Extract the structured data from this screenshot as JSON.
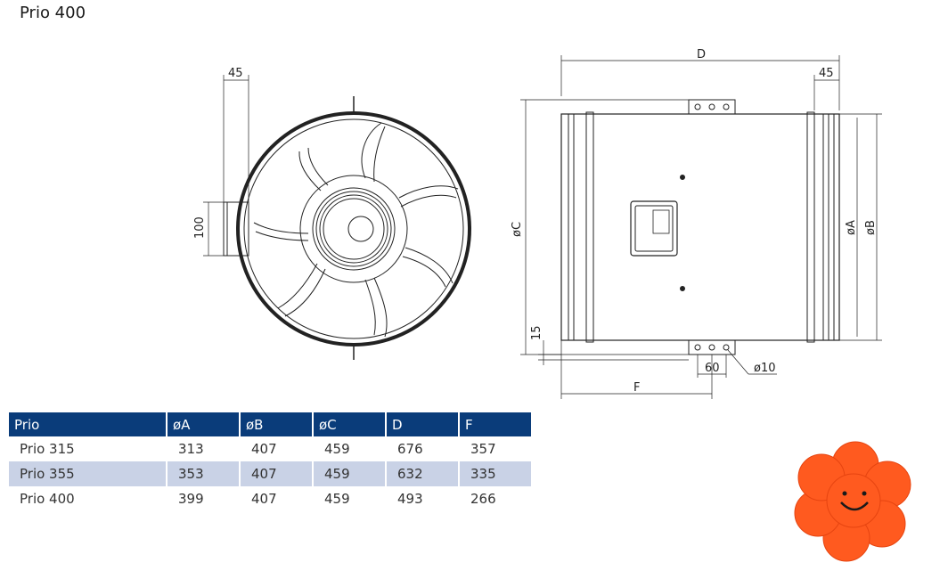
{
  "page": {
    "title": "Prio 400"
  },
  "dimensions": {
    "d45_left": "45",
    "d100": "100",
    "dD": "D",
    "d45_right": "45",
    "dC": "øC",
    "dA": "øA",
    "dB": "øB",
    "d15": "15",
    "d60": "60",
    "d10": "ø10",
    "dF": "F"
  },
  "table": {
    "headers": [
      "Prio",
      "øA",
      "øB",
      "øC",
      "D",
      "F"
    ],
    "rows": [
      [
        "Prio 315",
        "313",
        "407",
        "459",
        "676",
        "357"
      ],
      [
        "Prio 355",
        "353",
        "407",
        "459",
        "632",
        "335"
      ],
      [
        "Prio 400",
        "399",
        "407",
        "459",
        "493",
        "266"
      ]
    ]
  },
  "colors": {
    "header_bg": "#0a3c7a",
    "row_alt": "#c9d2e6",
    "mascot": "#ff5a1f"
  },
  "icons": {
    "mascot": "smiling-flower-icon"
  }
}
